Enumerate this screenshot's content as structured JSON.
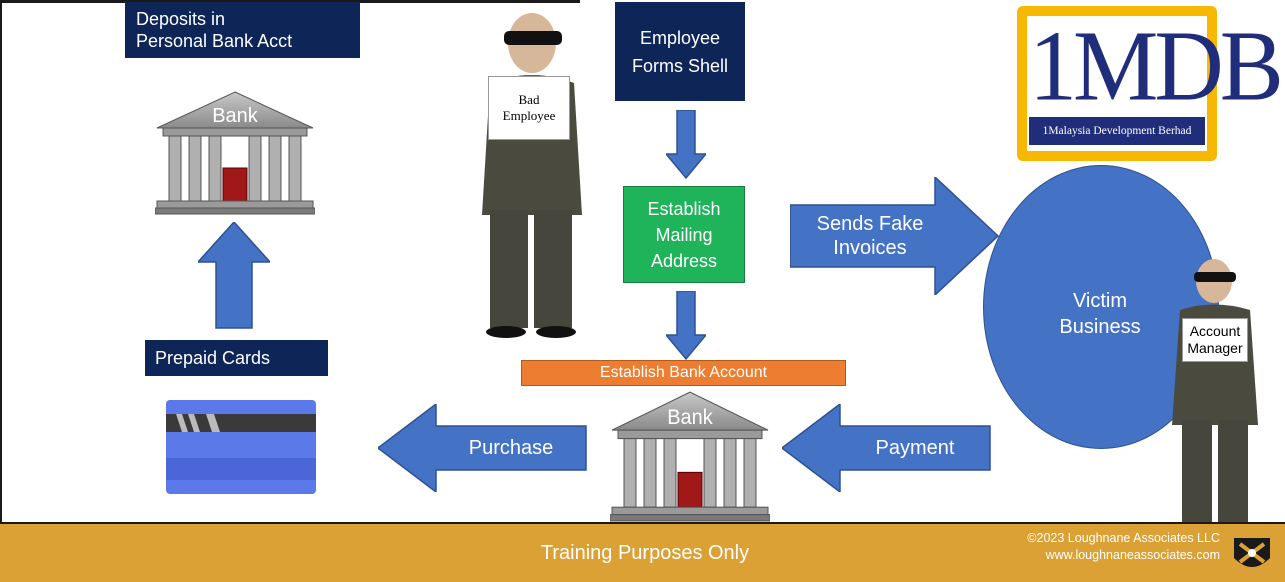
{
  "deposits_box": "Deposits in\nPersonal Bank Acct",
  "prepaid_box": "Prepaid Cards",
  "employee_box": "Employee\nForms Shell",
  "mailing_box": "Establish\nMailing\nAddress",
  "bank_account_box": "Establish Bank Account",
  "bad_employee_sign": "Bad\nEmployee",
  "sends_fake_arrow": "Sends Fake\nInvoices",
  "victim_circle": "Victim\nBusiness",
  "account_manager_sign": "Account\nManager",
  "purchase_arrow": "Purchase",
  "payment_arrow": "Payment",
  "bank_label": "Bank",
  "logo": {
    "big": "1MDB",
    "small": "1Malaysia Development Berhad"
  },
  "footer": {
    "center": "Training Purposes Only",
    "copyright": "©2023 Loughnane Associates LLC",
    "url": "www.loughnaneassociates.com"
  },
  "colors": {
    "navy": "#0e2557",
    "blue": "#4472c4",
    "green": "#1fb35a",
    "orange": "#ed7d31",
    "gold": "#dba135"
  }
}
